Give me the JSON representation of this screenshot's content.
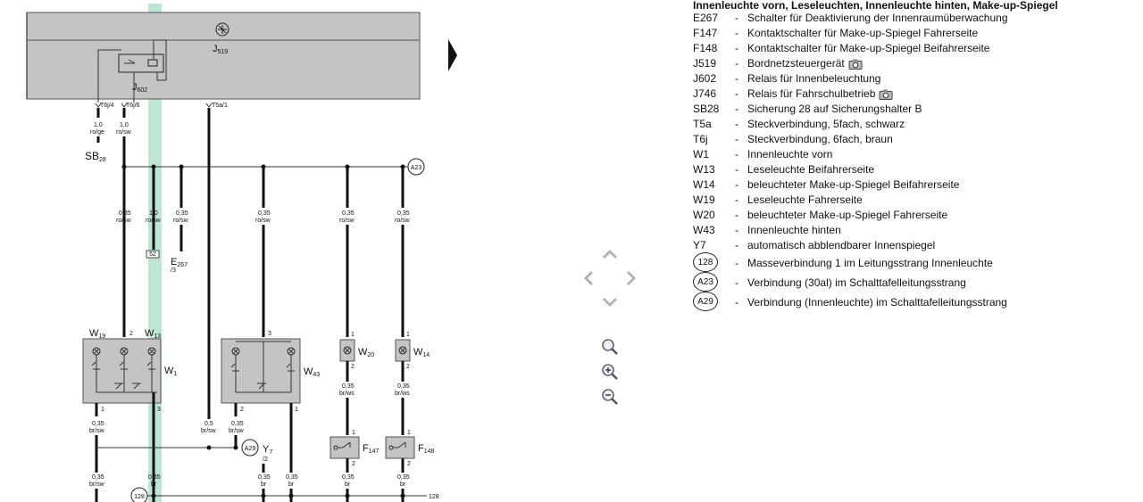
{
  "legend": {
    "title": "Innenleuchte vorn, Leseleuchten, Innenleuchte hinten, Make-up-Spiegel",
    "items": [
      {
        "code": "E267",
        "text": "Schalter für Deaktivierung der Innenraumüberwachung"
      },
      {
        "code": "F147",
        "text": "Kontaktschalter für Make-up-Spiegel Fahrerseite"
      },
      {
        "code": "F148",
        "text": "Kontaktschalter für Make-up-Spiegel Beifahrerseite"
      },
      {
        "code": "J519",
        "text": "Bordnetzsteuergerät"
      },
      {
        "code": "J602",
        "text": "Relais für Innenbeleuchtung"
      },
      {
        "code": "J746",
        "text": "Relais für Fahrschulbetrieb"
      },
      {
        "code": "SB28",
        "text": "Sicherung 28 auf Sicherungshalter B"
      },
      {
        "code": "T5a",
        "text": "Steckverbindung, 5fach, schwarz"
      },
      {
        "code": "T6j",
        "text": "Steckverbindung, 6fach, braun"
      },
      {
        "code": "W1",
        "text": "Innenleuchte vorn"
      },
      {
        "code": "W13",
        "text": "Leseleuchte Beifahrerseite"
      },
      {
        "code": "W14",
        "text": "beleuchteter Make-up-Spiegel Beifahrerseite"
      },
      {
        "code": "W19",
        "text": "Leseleuchte Fahrerseite"
      },
      {
        "code": "W20",
        "text": "beleuchteter Make-up-Spiegel Fahrerseite"
      },
      {
        "code": "W43",
        "text": "Innenleuchte hinten"
      },
      {
        "code": "Y7",
        "text": "automatisch abblendbarer Innenspiegel"
      }
    ],
    "circles": [
      {
        "code": "128",
        "text": "Masseverbindung 1 im Leitungsstrang Innenleuchte"
      },
      {
        "code": "A23",
        "text": "Verbindung (30al) im Schalttafelleitungsstrang"
      },
      {
        "code": "A29",
        "text": "Verbindung (Innenleuchte) im Schalttafelleitungsstrang"
      }
    ]
  },
  "diagram": {
    "j519": {
      "label": "J",
      "sub": "519"
    },
    "j602": {
      "label": "J",
      "sub": "602"
    },
    "sb28": {
      "label": "SB",
      "sub": "28"
    },
    "e267": {
      "label": "E",
      "sub": "267",
      "note": "/3"
    },
    "y7": {
      "label": "Y",
      "sub": "7",
      "note": "/2"
    },
    "conn": {
      "t6j4": "T6j/4",
      "t6j6": "T6j/6",
      "t5a1": "T5a/1",
      "c52": "52"
    },
    "wires": {
      "w_10_roge": {
        "size": "1,0",
        "color": "ro/ge"
      },
      "w_10_rosw": {
        "size": "1,0",
        "color": "ro/sw"
      },
      "w_035_rosw": {
        "size": "0,35",
        "color": "ro/sw"
      },
      "w_035_brsw": {
        "size": "0,35",
        "color": "br/sw"
      },
      "w_035_brws": {
        "size": "0,35",
        "color": "br/ws"
      },
      "w_035_br": {
        "size": "0,35",
        "color": "br"
      },
      "w_05_brsw": {
        "size": "0,5",
        "color": "br/sw"
      }
    },
    "comp": {
      "w19": {
        "label": "W",
        "sub": "19"
      },
      "w13": {
        "label": "W",
        "sub": "13"
      },
      "w1": {
        "label": "W",
        "sub": "1"
      },
      "w43": {
        "label": "W",
        "sub": "43"
      },
      "w20": {
        "label": "W",
        "sub": "20"
      },
      "w14": {
        "label": "W",
        "sub": "14"
      },
      "f147": {
        "label": "F",
        "sub": "147"
      },
      "f148": {
        "label": "F",
        "sub": "148"
      }
    },
    "pins": {
      "p1": "1",
      "p2": "2",
      "p3": "3"
    },
    "markers": {
      "a23": "A23",
      "a29": "A29",
      "m128": "128",
      "gnd128": "128"
    }
  },
  "icons": {
    "next": "arrow-right-icon",
    "up": "chevron-up-icon",
    "left": "chevron-left-icon",
    "right": "chevron-right-icon",
    "down": "chevron-down-icon",
    "zoom": "magnifier-icon",
    "zoomin": "zoom-in-icon",
    "zoomout": "zoom-out-icon",
    "camera": "camera-icon"
  },
  "colors": {
    "highlight": "#bfe6d3",
    "housing": "#c4c4c4",
    "housing_stroke": "#555555"
  }
}
